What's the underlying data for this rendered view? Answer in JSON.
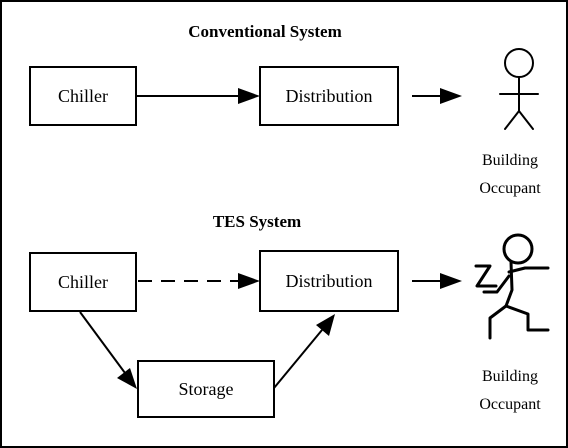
{
  "conventional": {
    "title": "Conventional System",
    "chiller": "Chiller",
    "distribution": "Distribution",
    "occupant_line1": "Building",
    "occupant_line2": "Occupant"
  },
  "tes": {
    "title": "TES System",
    "chiller": "Chiller",
    "distribution": "Distribution",
    "storage": "Storage",
    "occupant_line1": "Building",
    "occupant_line2": "Occupant"
  }
}
